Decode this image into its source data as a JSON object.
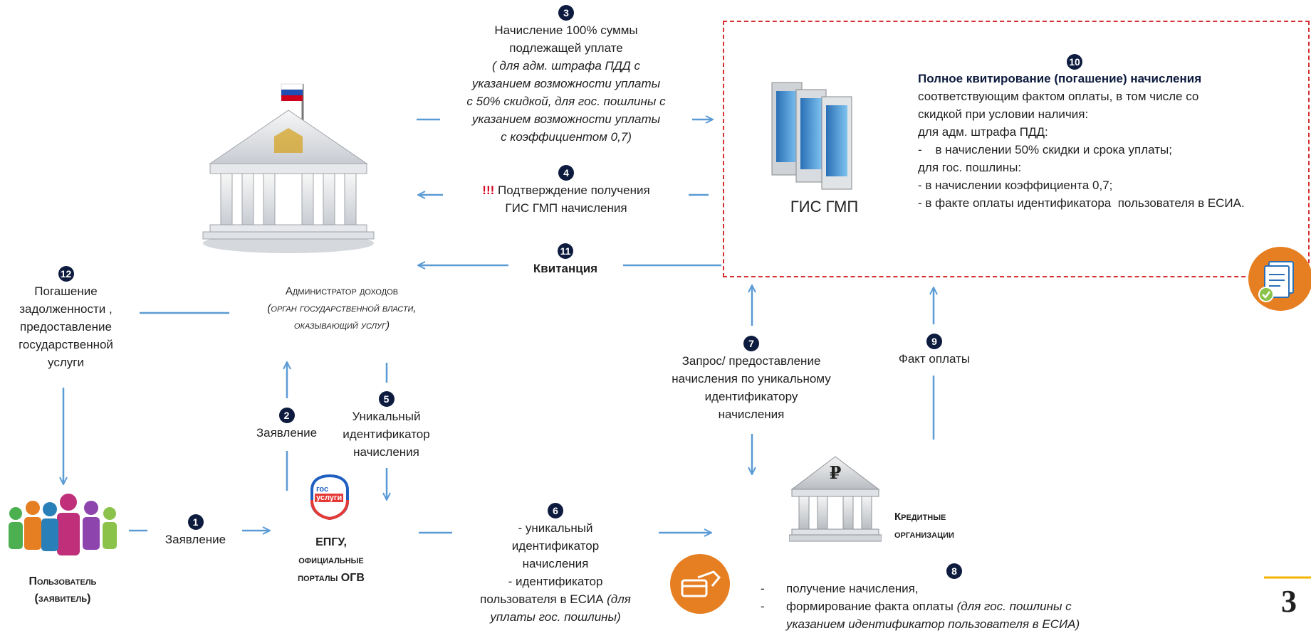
{
  "steps": {
    "s1": {
      "num": "1",
      "lines": [
        "Заявление"
      ]
    },
    "s2": {
      "num": "2",
      "lines": [
        "Заявление"
      ]
    },
    "s3": {
      "num": "3",
      "title_lines": [
        "Начисление 100% суммы",
        "подлежащей уплате"
      ],
      "italic_lines": [
        "( для адм. штрафа ПДД с",
        "указанием возможности уплаты",
        "с 50% скидкой, для гос. пошлины с",
        "указанием возможности уплаты",
        "с коэффициентом 0,7)"
      ]
    },
    "s4": {
      "num": "4",
      "mark": "!!!",
      "line1": "Подтверждение получения",
      "line2": "ГИС ГМП начисления"
    },
    "s5": {
      "num": "5",
      "lines": [
        "Уникальный",
        "идентификатор",
        "начисления"
      ]
    },
    "s6": {
      "num": "6",
      "lines": [
        "- уникальный",
        "идентификатор",
        "начисления",
        "- идентификатор"
      ],
      "mixed_line": "пользователя в ЕСИА",
      "mixed_italic": " (для",
      "italic_line": "уплаты гос. пошлины)"
    },
    "s7": {
      "num": "7",
      "lines": [
        "Запрос/ предоставление",
        "начисления по уникальному",
        "идентификатору",
        "начисления"
      ]
    },
    "s8": {
      "num": "8",
      "item1": "получение начисления,",
      "item2_plain": "формирование факта оплаты ",
      "item2_italic": "(для гос. пошлины с",
      "item2_italic2": "указанием идентификатор пользователя в ЕСИА)"
    },
    "s9": {
      "num": "9",
      "lines": [
        "Факт оплаты"
      ]
    },
    "s10": {
      "num": "10",
      "bold": "Полное квитирование (погашение) начисления",
      "lines": [
        "соответствующим фактом оплаты, в том числе со",
        "скидкой при условии наличия:",
        "для адм. штрафа ПДД:",
        "-    в начислении 50% скидки и срока уплаты;",
        "для гос. пошлины:",
        "- в начислении коэффициента 0,7;",
        "- в факте оплаты идентификатора  пользователя в ЕСИА."
      ]
    },
    "s11": {
      "num": "11",
      "label": "Квитанция"
    },
    "s12": {
      "num": "12",
      "lines": [
        "Погашение",
        "задолженности ,",
        "предоставление",
        "государственной",
        "услуги"
      ]
    }
  },
  "entities": {
    "admin_title": "Администратор доходов",
    "admin_sub1": "(орган государственной власти,",
    "admin_sub2": "оказывающий услуг)",
    "gis": "ГИС ГМП",
    "user1": "Пользователь",
    "user2": "(заявитель)",
    "epgu1": "ЕПГУ,",
    "epgu2": "официальные",
    "epgu3": "порталы ОГВ",
    "gosuslugi1": "гос",
    "gosuslugi2": "услуги",
    "bank1": "Кредитные",
    "bank2": "организации",
    "ruble": "₽"
  },
  "page_number": "3",
  "colors": {
    "arrow": "#5b9bd5",
    "number_bg": "#0d1b3e",
    "dashed": "#d63031",
    "orange": "#e67e22",
    "accent_line": "#f5b400"
  }
}
